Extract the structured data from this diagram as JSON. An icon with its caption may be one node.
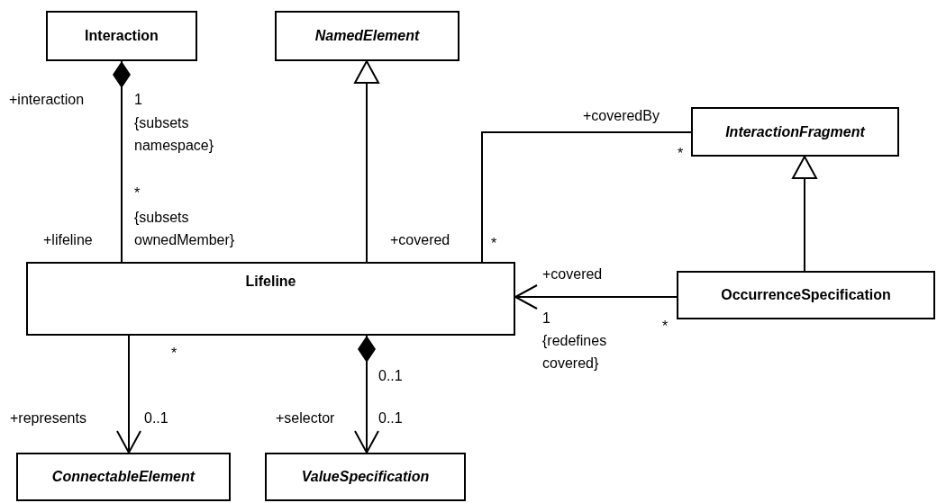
{
  "diagram": {
    "nodes": [
      {
        "text": [
          "Interaction"
        ]
      },
      {
        "text": [
          "NamedElement"
        ]
      },
      {
        "text": [
          "InteractionFragment"
        ]
      },
      {
        "text": [
          "Lifeline"
        ]
      },
      {
        "text": [
          "OccurrenceSpecification"
        ]
      },
      {
        "text": [
          "ConnectableElement"
        ]
      },
      {
        "text": [
          "ValueSpecification"
        ]
      }
    ],
    "edges": [
      {
        "from": 0,
        "to": 3,
        "arrow": "other"
      },
      {
        "from": 3,
        "to": 1,
        "arrow": "to"
      },
      {
        "from": 3,
        "to": 2,
        "arrow": "none"
      },
      {
        "from": 4,
        "to": 3,
        "arrow": "to"
      },
      {
        "from": 4,
        "to": 2,
        "arrow": "to"
      },
      {
        "from": 3,
        "to": 5,
        "arrow": "to"
      },
      {
        "from": 3,
        "to": 6,
        "arrow": "to"
      }
    ],
    "labels": [
      "+interaction",
      "1",
      "{subsets namespace}",
      "+coveredBy",
      "*",
      "*",
      "{subsets ownedMember}",
      "+lifeline",
      "+covered",
      "*",
      "+covered",
      "1",
      "{redefines covered}",
      "*",
      "*",
      "0..1",
      "+represents",
      "0..1",
      "+selector",
      "0..1"
    ]
  }
}
